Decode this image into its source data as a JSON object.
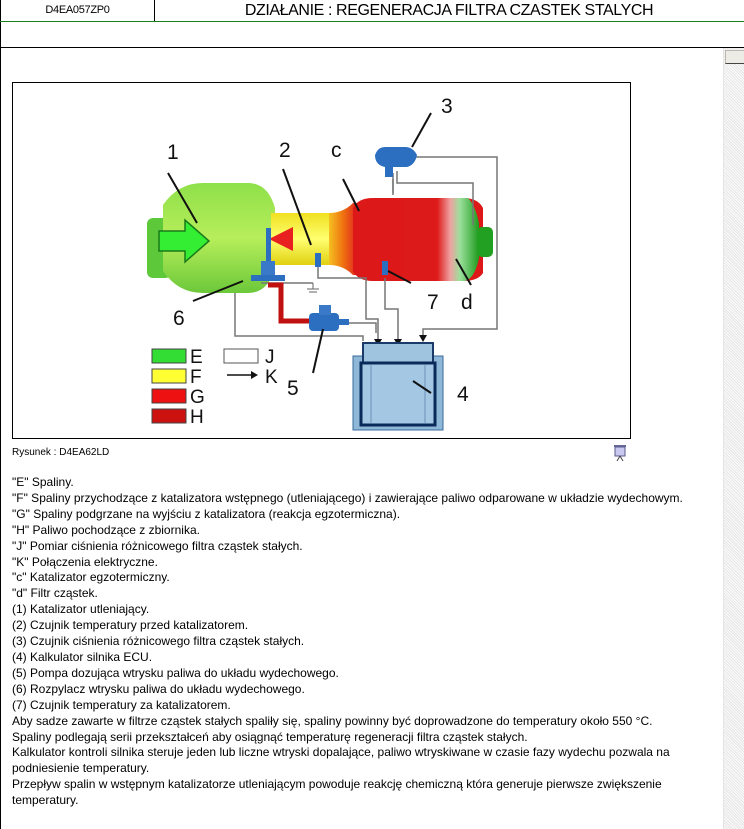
{
  "header": {
    "doc_code": "D4EA057ZP0",
    "title": "DZIAŁANIE : REGENERACJA FILTRA CZASTEK STALYCH"
  },
  "figure": {
    "caption": "Rysunek : D4EA62LD",
    "callouts": {
      "n1": "1",
      "n2": "2",
      "n3": "3",
      "n4": "4",
      "n5": "5",
      "n6": "6",
      "n7": "7",
      "c": "c",
      "d": "d"
    },
    "legend": [
      {
        "key": "E",
        "color": "#33dd33"
      },
      {
        "key": "F",
        "color": "#ffff33"
      },
      {
        "key": "G",
        "color": "#ee1111"
      },
      {
        "key": "H",
        "color": "#cc1111"
      },
      {
        "key": "J",
        "style": "outline-box"
      },
      {
        "key": "K",
        "style": "arrow"
      }
    ],
    "view_icon": "projector-screen-icon"
  },
  "description_lines": [
    "\"E\" Spaliny.",
    "\"F\" Spaliny przychodzące z katalizatora wstępnego (utleniającego) i zawierające paliwo odparowane w układzie wydechowym.",
    "\"G\" Spaliny podgrzane na wyjściu z katalizatora (reakcja egzotermiczna).",
    "\"H\" Paliwo pochodzące z zbiornika.",
    "\"J\" Pomiar ciśnienia różnicowego filtra cząstek stałych.",
    "\"K\" Połączenia elektryczne.",
    "\"c\" Katalizator egzotermiczny.",
    "\"d\" Filtr cząstek.",
    "(1) Katalizator utleniający.",
    "(2) Czujnik temperatury przed katalizatorem.",
    "(3) Czujnik ciśnienia różnicowego filtra cząstek stałych.",
    "(4) Kalkulator silnika ECU.",
    "(5) Pompa dozująca wtrysku paliwa do układu wydechowego.",
    "(6) Rozpylacz wtrysku paliwa do układu wydechowego.",
    "(7) Czujnik temperatury za katalizatorem.",
    "Aby sadze zawarte w filtrze cząstek stałych spaliły się, spaliny powinny być doprowadzone do temperatury około 550 °C.",
    "Spaliny podlegają serii przekształceń aby osiągnąć temperaturę regeneracji filtra cząstek stałych.",
    "Kalkulator kontroli silnika steruje jeden lub liczne wtryski dopalające, paliwo wtryskiwane w czasie fazy wydechu pozwala na podniesienie temperatury.",
    "Przepływ spalin w wstępnym katalizatorze utleniającym powoduje reakcję chemiczną która generuje pierwsze zwiększenie temperatury."
  ]
}
